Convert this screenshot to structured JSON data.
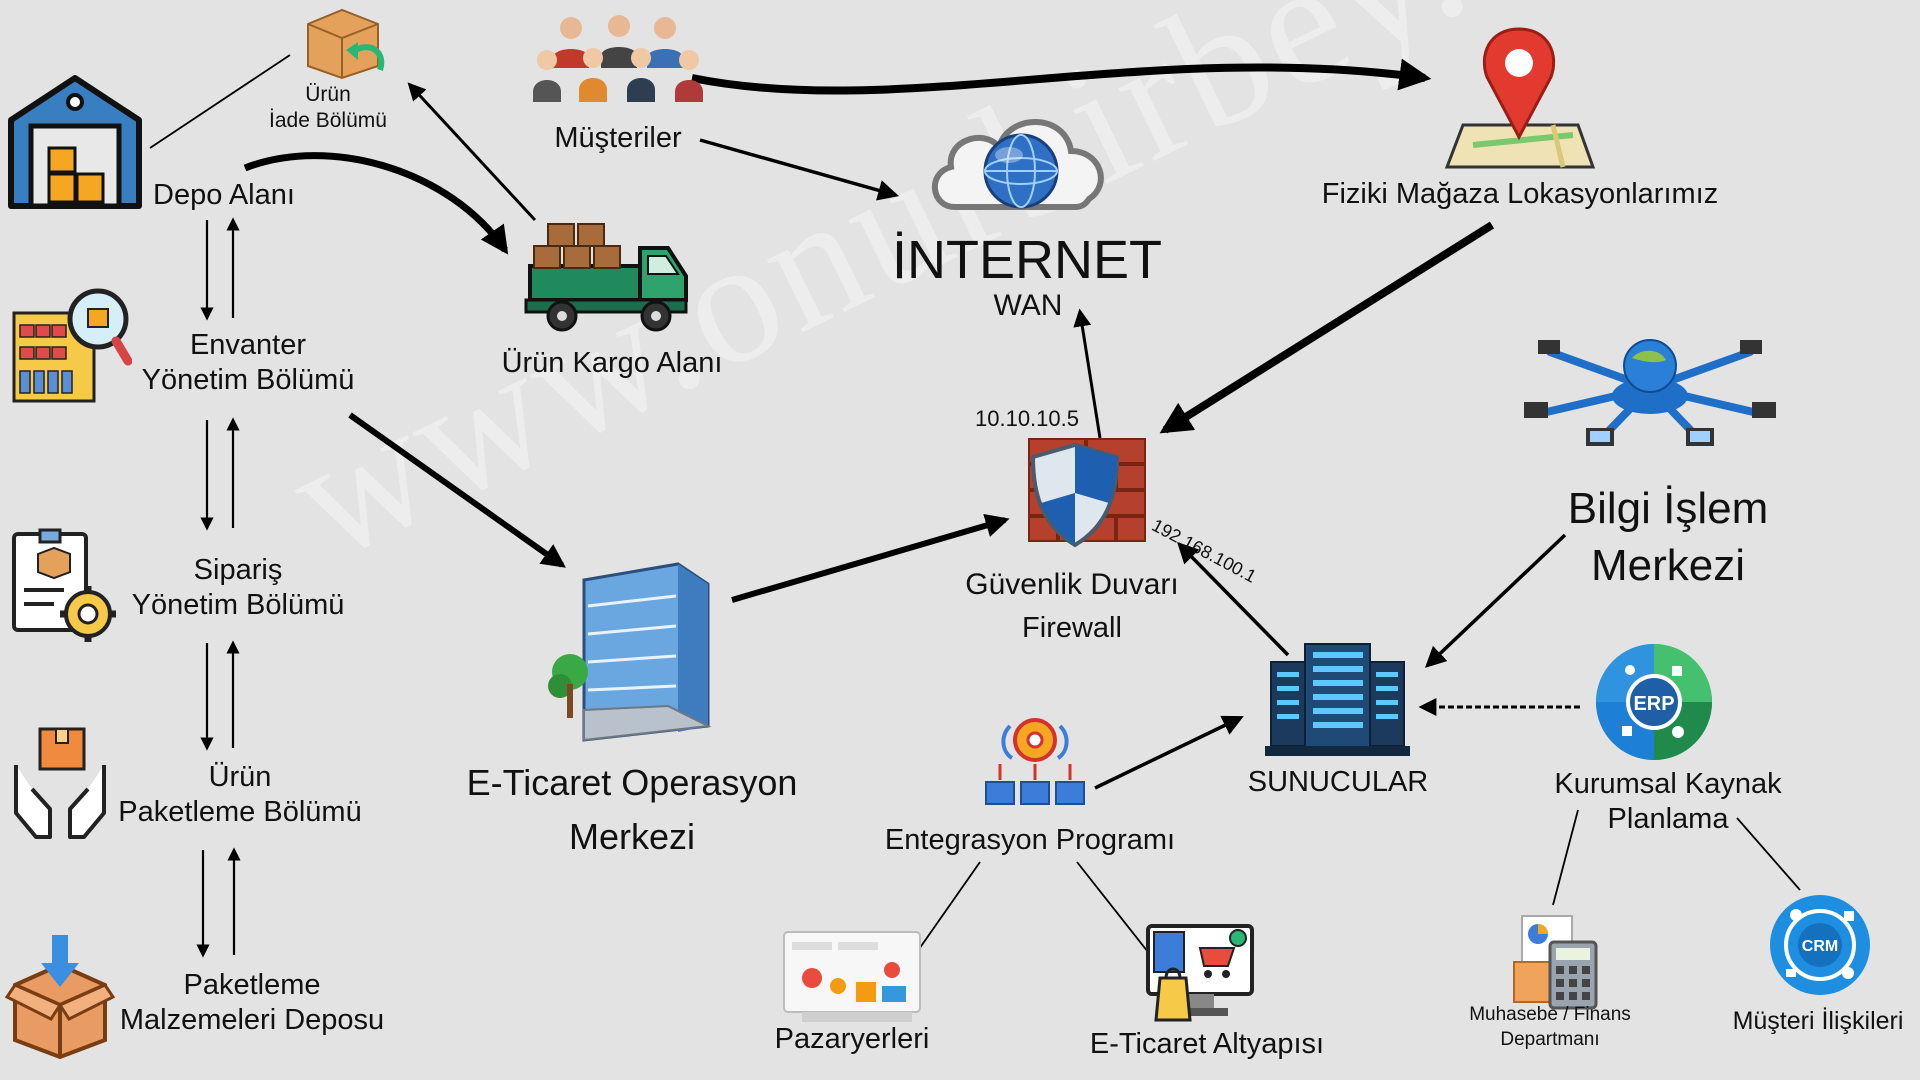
{
  "watermark": "www.onurbirbey.com",
  "colors": {
    "arrow": "#000000",
    "accent_red": "#e23a2f",
    "accent_blue": "#1e7fd6",
    "accent_green": "#2e9e5a"
  },
  "nodes": {
    "depo": "Depo Alanı",
    "iade": {
      "line1": "Ürün",
      "line2": "İade Bölümü"
    },
    "envanter": {
      "line1": "Envanter",
      "line2": "Yönetim Bölümü"
    },
    "siparis": {
      "line1": "Sipariş",
      "line2": "Yönetim Bölümü"
    },
    "paketleme": {
      "line1": "Ürün",
      "line2": "Paketleme Bölümü"
    },
    "malzeme": {
      "line1": "Paketleme",
      "line2": "Malzemeleri Deposu"
    },
    "kargo": "Ürün Kargo Alanı",
    "musteriler": "Müşteriler",
    "internet": {
      "title": "İNTERNET",
      "sub": "WAN"
    },
    "magaza": "Fiziki Mağaza Lokasyonlarımız",
    "firewall": {
      "line1": "Güvenlik Duvarı",
      "line2": "Firewall"
    },
    "eticaret_ops": {
      "line1": "E-Ticaret Operasyon",
      "line2": "Merkezi"
    },
    "bilgi": {
      "line1": "Bilgi İşlem",
      "line2": "Merkezi"
    },
    "sunucular": "SUNUCULAR",
    "erp": {
      "line1": "Kurumsal Kaynak",
      "line2": "Planlama",
      "icon_text": "ERP"
    },
    "entegrasyon": "Entegrasyon Programı",
    "pazaryerleri": "Pazaryerleri",
    "altyapi": "E-Ticaret Altyapısı",
    "muhasebe": {
      "line1": "Muhasebe / Finans",
      "line2": "Departmanı"
    },
    "crm": {
      "label": "Müşteri İlişkileri",
      "icon_text": "CRM"
    }
  },
  "ips": {
    "wan": "10.10.10.5",
    "lan": "192.168.100.1"
  },
  "icons": [
    "warehouse-icon",
    "return-box-icon",
    "inventory-icon",
    "order-gear-icon",
    "packing-hands-icon",
    "packing-box-icon",
    "truck-icon",
    "people-icon",
    "cloud-globe-icon",
    "map-pin-icon",
    "firewall-shield-icon",
    "building-icon",
    "network-hub-icon",
    "server-rack-icon",
    "erp-wheel-icon",
    "integration-icon",
    "marketplace-icon",
    "ecommerce-monitor-icon",
    "calculator-icon",
    "crm-wheel-icon"
  ]
}
